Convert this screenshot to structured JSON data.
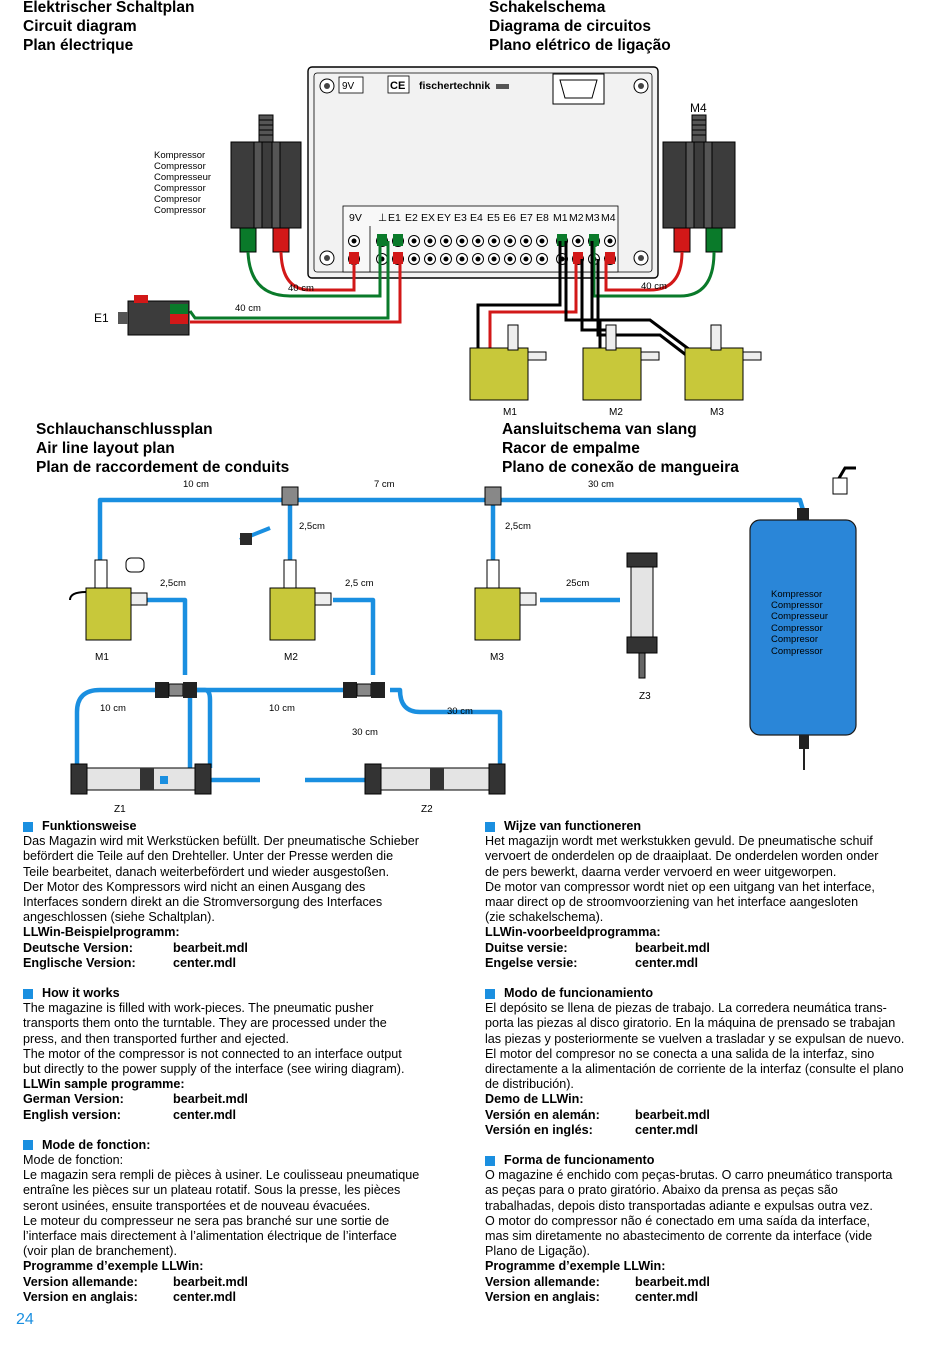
{
  "headings": {
    "circuit_left": [
      "Elektrischer Schaltplan",
      "Circuit diagram",
      "Plan électrique"
    ],
    "circuit_right": [
      "Schakelschema",
      "Diagrama de circuitos",
      "Plano elétrico de ligação"
    ],
    "air_left": [
      "Schlauchanschlussplan",
      "Air line layout plan",
      "Plan de raccordement de conduits"
    ],
    "air_right": [
      "Aansluitschema van slang",
      "Racor de empalme",
      "Plano de conexão de mangueira"
    ]
  },
  "circuit": {
    "interface_voltage": "9V",
    "ce_mark": "CE",
    "brand": "fischertechnik",
    "terminal_labels": [
      "9V",
      "⊥",
      "E1",
      "E2",
      "EX",
      "EY",
      "E3",
      "E4",
      "E5",
      "E6",
      "E7",
      "E8",
      "M1",
      "M2",
      "M3",
      "M4"
    ],
    "compressor_labels": [
      "Kompressor",
      "Compressor",
      "Compresseur",
      "Compressor",
      "Compresor",
      "Compressor"
    ],
    "switch_label": "E1",
    "motor_m4_label": "M4",
    "cable_lengths": [
      "40 cm",
      "40 cm",
      "40 cm"
    ],
    "valve_labels": [
      "M1",
      "M2",
      "M3"
    ]
  },
  "airline": {
    "top_lengths": [
      "10 cm",
      "7 cm",
      "30 cm"
    ],
    "branch_lengths": [
      "2,5cm",
      "2,5cm"
    ],
    "valve_lengths": [
      "2,5cm",
      "2,5 cm",
      "25cm"
    ],
    "valve_labels": [
      "M1",
      "M2",
      "M3"
    ],
    "lower_lengths": [
      "10 cm",
      "10 cm",
      "30 cm",
      "30 cm"
    ],
    "cylinder_labels": [
      "Z1",
      "Z2",
      "Z3"
    ],
    "tank_labels": [
      "Kompressor",
      "Compressor",
      "Compresseur",
      "Compressor",
      "Compresor",
      "Compressor"
    ]
  },
  "text_left": [
    {
      "title": "Funktionsweise",
      "lines": [
        "Das Magazin wird mit Werkstücken befüllt. Der pneumatische Schieber",
        "befördert die Teile auf den Drehteller. Unter der Presse werden die",
        "Teile bearbeitet, danach weiterbefördert und wieder ausgestoßen.",
        "Der Motor des Kompressors wird nicht an einen Ausgang des",
        "Interfaces sondern direkt an die Stromversorgung des Interfaces",
        "angeschlossen (siehe Schaltplan)."
      ],
      "prog_label": "LLWin-Beispielprogramm:",
      "rows": [
        {
          "k": "Deutsche Version:",
          "v": "bearbeit.mdl"
        },
        {
          "k": "Englische Version:",
          "v": "center.mdl"
        }
      ]
    },
    {
      "title": "How it works",
      "lines": [
        "The magazine is filled with work-pieces. The pneumatic pusher",
        "transports them onto the turntable. They are processed under the",
        "press, and then transported further and ejected.",
        "The motor of the compressor is not connected to an interface output",
        "but directly to the power supply of the interface (see wiring diagram)."
      ],
      "prog_label": "LLWin sample programme:",
      "rows": [
        {
          "k": "German Version:",
          "v": "bearbeit.mdl"
        },
        {
          "k": "English version:",
          "v": "center.mdl"
        }
      ]
    },
    {
      "title": "Mode de fonction:",
      "lines": [
        "Mode de fonction:",
        "Le magazin sera rempli de pièces à usiner. Le coulisseau pneumatique",
        "entraîne les pièces sur un plateau rotatif. Sous la presse, les pièces",
        "seront usinées, ensuite transportées et de nouveau évacuées.",
        "Le moteur du compresseur ne sera pas branché sur une sortie de",
        "l’interface mais directement à l’alimentation électrique de l’interface",
        "(voir plan de branchement)."
      ],
      "prog_label": "Programme d’exemple LLWin:",
      "rows": [
        {
          "k": "Version allemande:",
          "v": "bearbeit.mdl"
        },
        {
          "k": "Version en anglais:",
          "v": "center.mdl"
        }
      ]
    }
  ],
  "text_right": [
    {
      "title": "Wijze van functioneren",
      "lines": [
        "Het magazijn wordt met werkstukken gevuld. De pneumatische schuif",
        "vervoert de onderdelen op de draaiplaat. De onderdelen worden onder",
        "de pers bewerkt, daarna verder vervoerd en weer uitgeworpen.",
        "De motor van compressor wordt niet op een uitgang van het interface,",
        "maar direct op de stroomvoorziening van het interface aangesloten",
        "(zie schakelschema)."
      ],
      "prog_label": "LLWin-voorbeeldprogramma:",
      "rows": [
        {
          "k": "Duitse versie:",
          "v": "bearbeit.mdl"
        },
        {
          "k": "Engelse versie:",
          "v": "center.mdl"
        }
      ]
    },
    {
      "title": "Modo de funcionamiento",
      "lines": [
        "El depósito se llena de piezas de trabajo. La corredera neumática trans-",
        "porta las piezas al disco giratorio. En la máquina de prensado se trabajan",
        "las piezas y posteriormente se vuelven a trasladar y se expulsan de nuevo.",
        "El motor del compresor no se conecta a una salida de la interfaz, sino",
        "directamente a la alimentación de corriente de la interfaz (consulte el plano",
        "de distribución)."
      ],
      "prog_label": "Demo de LLWin:",
      "rows": [
        {
          "k": "Versión en alemán:",
          "v": "bearbeit.mdl"
        },
        {
          "k": "Versión en inglés:",
          "v": "center.mdl"
        }
      ]
    },
    {
      "title": "Forma de funcionamento",
      "lines": [
        "O magazine é enchido com peças-brutas. O carro pneumático transporta",
        "as peças para o prato giratório. Abaixo da prensa as peças são",
        "trabalhadas, depois disto transportadas adiante e expulsas outra vez.",
        "O motor do compressor não é conectado em uma saída da interface,",
        "mas sim diretamente no abastecimento de corrente da interface (vide",
        "Plano de Ligação)."
      ],
      "prog_label": "Programme d’exemple LLWin:",
      "rows": [
        {
          "k": "Version allemande:",
          "v": "bearbeit.mdl"
        },
        {
          "k": "Version en anglais:",
          "v": "center.mdl"
        }
      ]
    }
  ],
  "page_number": "24",
  "colors": {
    "accent": "#1a8fe0",
    "tube": "#1a8fe0",
    "valve": "#c8c83a",
    "tank": "#2a86d8"
  }
}
